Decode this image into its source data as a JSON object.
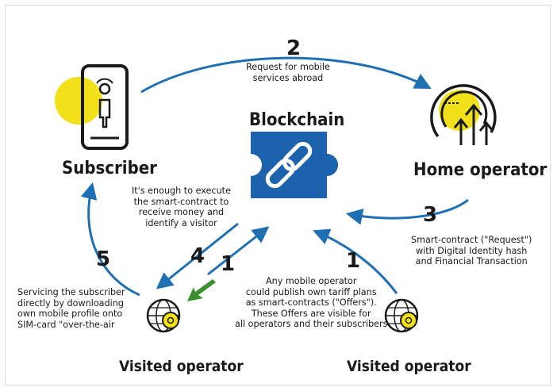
{
  "colors": {
    "arrow": "#1f6fb3",
    "puzzle": "#1d62ad",
    "accent": "#f2e11a",
    "highlight_arrow": "#3a8f2e",
    "ink": "#1a1a1a"
  },
  "nodes": {
    "blockchain": {
      "title": "Blockchain",
      "icon": "chain-link-puzzle-icon"
    },
    "subscriber": {
      "title": "Subscriber",
      "icon": "smartphone-icon"
    },
    "home_operator": {
      "title": "Home operator",
      "icon": "home-operator-icon"
    },
    "visited_operator_left": {
      "title": "Visited operator",
      "icon": "gear-globe-icon"
    },
    "visited_operator_right": {
      "title": "Visited operator",
      "icon": "gear-globe-icon"
    }
  },
  "steps": {
    "step2": {
      "number": "2",
      "text": "Request for mobile\nservices abroad"
    },
    "step3": {
      "number": "3",
      "text": "Smart-contract (\"Request\")\nwith Digital Identity hash\nand Financial Transaction"
    },
    "step4": {
      "number": "4",
      "text": "It's enough to execute\nthe smart-contract to\nreceive money and\nidentify a visitor"
    },
    "step1_left": {
      "number": "1"
    },
    "step1_right": {
      "number": "1",
      "text": "Any mobile operator\ncould publish own tariff plans\nas smart-contracts (\"Offers\").\nThese Offers are visible for\nall operators and their subscribers"
    },
    "step5": {
      "number": "5",
      "text": "Servicing the subscriber\ndirectly by downloading\nown mobile profile onto\nSIM-card \"over-the-air"
    }
  }
}
